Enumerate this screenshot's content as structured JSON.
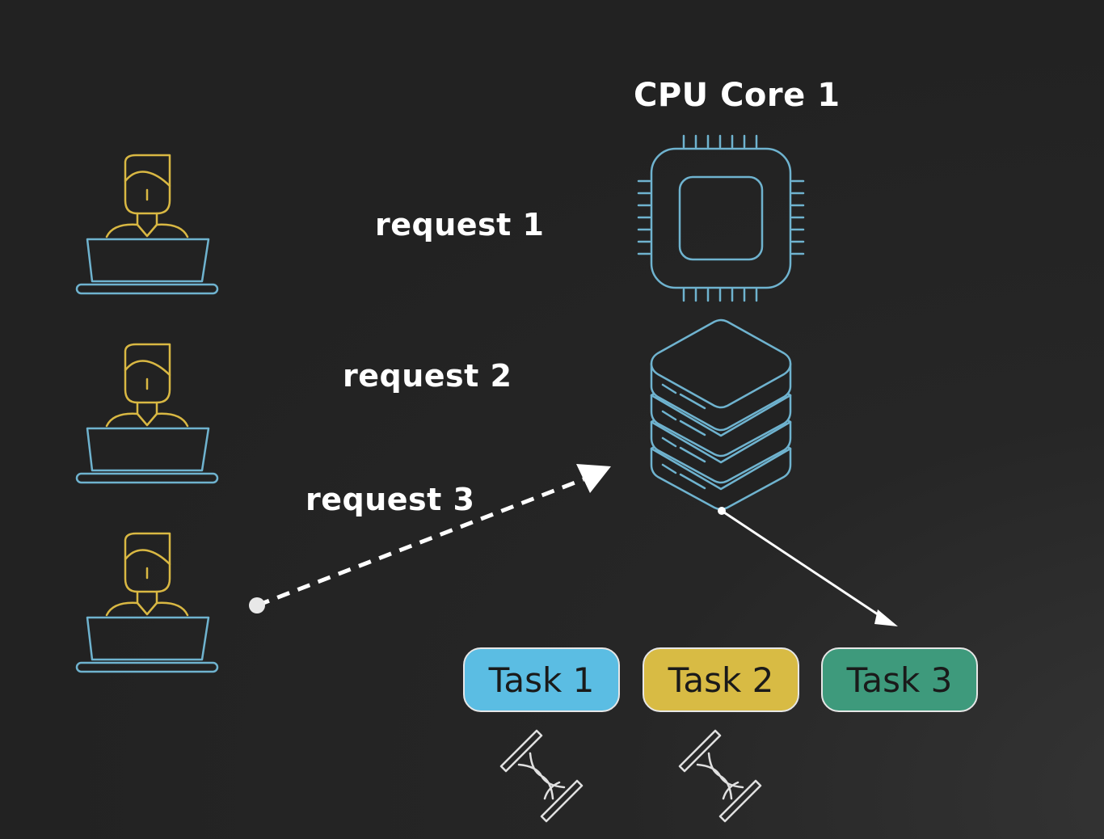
{
  "cpu": {
    "title": "CPU Core 1"
  },
  "requests": [
    "request 1",
    "request 2",
    "request 3"
  ],
  "tasks": [
    {
      "label": "Task 1",
      "color": "#5bbde3"
    },
    {
      "label": "Task 2",
      "color": "#d8bb44"
    },
    {
      "label": "Task 3",
      "color": "#3e9a7c"
    }
  ],
  "colors": {
    "background": "#222222",
    "user_head": "#d9b843",
    "laptop": "#6fb3cf",
    "cpu_icon": "#6fb3cf",
    "hourglass": "#e0e0e0",
    "arrow": "#ffffff"
  },
  "icons": {
    "user": "user-at-laptop-icon",
    "cpu": "cpu-chip-icon",
    "queue": "server-stack-icon",
    "wait": "hourglass-icon"
  }
}
